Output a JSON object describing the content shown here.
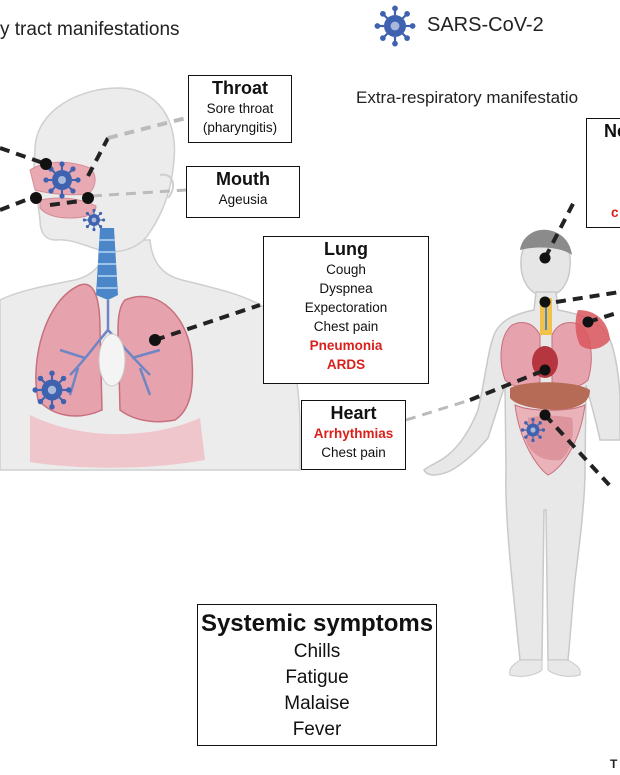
{
  "headers": {
    "left_title": "y tract manifestations",
    "virus_label": "SARS-CoV-2",
    "right_title": "Extra-respiratory manifestatio"
  },
  "boxes": {
    "throat": {
      "title": "Throat",
      "items": [
        "Sore throat",
        "(pharyngitis)"
      ]
    },
    "mouth": {
      "title": "Mouth",
      "items": [
        "Ageusia"
      ]
    },
    "lung": {
      "title": "Lung",
      "items": [
        "Cough",
        "Dyspnea",
        "Expectoration",
        "Chest pain"
      ],
      "highlight_items": [
        "Pneumonia",
        "ARDS"
      ]
    },
    "heart": {
      "title": "Heart",
      "highlight_items": [
        "Arrhythmias"
      ],
      "items": [
        "Chest pain"
      ]
    },
    "systemic": {
      "title": "Systemic symptoms",
      "items": [
        "Chills",
        "Fatigue",
        "Malaise",
        "Fever"
      ]
    },
    "neuro_partial": {
      "title": "Ne",
      "highlight_fragment": "c"
    }
  },
  "corner_fragment": "T",
  "colors": {
    "highlight": "#d8201c",
    "skin": "#e8e8e8",
    "skin_outline": "#c9c9c9",
    "lung": "#e7a3ad",
    "airway": "#4a86c8",
    "virus": "#3f62b0",
    "leader": "#222222"
  },
  "icons": [
    "virus-icon",
    "head-silhouette",
    "lungs-diagram",
    "body-figure"
  ]
}
